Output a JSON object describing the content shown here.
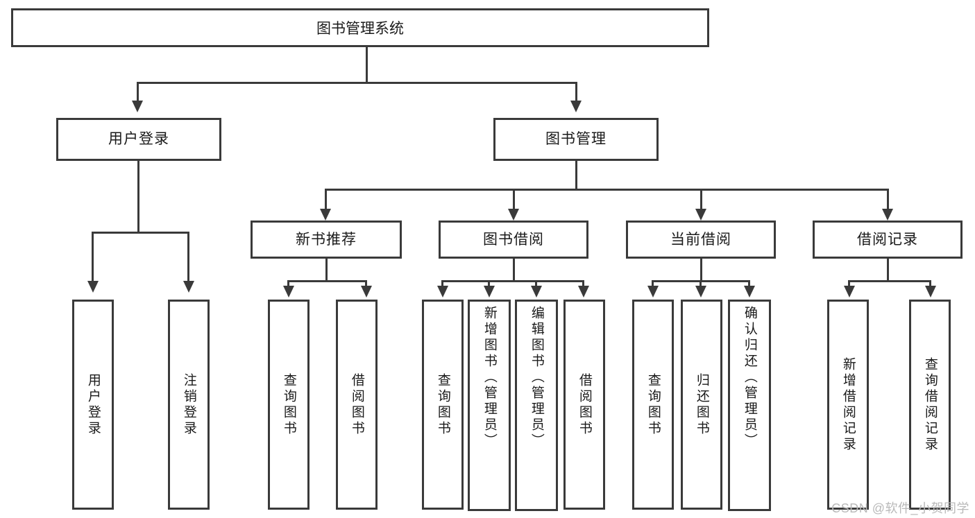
{
  "diagram": {
    "title": "图书管理系统",
    "type": "hierarchy-tree",
    "levels": 4,
    "root": {
      "label": "图书管理系统"
    },
    "level2": [
      {
        "label": "用户登录"
      },
      {
        "label": "图书管理"
      }
    ],
    "level3": [
      {
        "label": "新书推荐",
        "parent": "图书管理"
      },
      {
        "label": "图书借阅",
        "parent": "图书管理"
      },
      {
        "label": "当前借阅",
        "parent": "图书管理"
      },
      {
        "label": "借阅记录",
        "parent": "图书管理"
      }
    ],
    "leaves": {
      "user_login": [
        {
          "label": "用户登录"
        },
        {
          "label": "注销登录"
        }
      ],
      "new_book_recommend": [
        {
          "label": "查询图书"
        },
        {
          "label": "借阅图书"
        }
      ],
      "book_borrow": [
        {
          "label": "查询图书"
        },
        {
          "label": "新增图书（管理员）"
        },
        {
          "label": "编辑图书（管理员）"
        },
        {
          "label": "借阅图书"
        }
      ],
      "current_borrow": [
        {
          "label": "查询图书"
        },
        {
          "label": "归还图书"
        },
        {
          "label": "确认归还（管理员）"
        }
      ],
      "borrow_records": [
        {
          "label": "新增借阅记录"
        },
        {
          "label": "查询借阅记录"
        }
      ]
    }
  },
  "watermark": {
    "text": "CSDN @软件_小贺同学"
  },
  "colors": {
    "stroke": "#3a3a3a",
    "text": "#1a1a1a",
    "background": "#ffffff",
    "watermark": "#b9b9b9"
  }
}
